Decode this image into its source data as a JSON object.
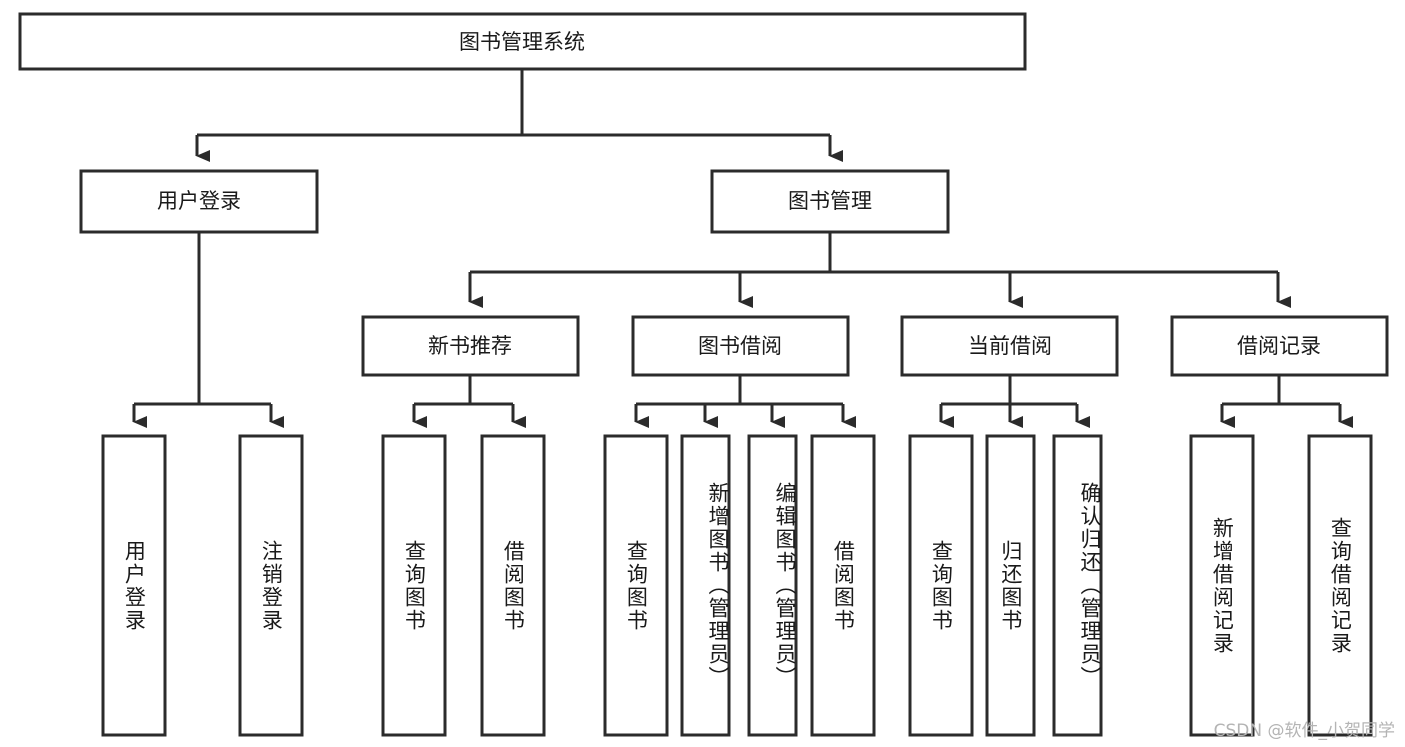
{
  "diagram": {
    "type": "tree-hierarchy-flowchart",
    "orientation": "top-down",
    "root": {
      "id": "root",
      "label": "图书管理系统"
    },
    "level2": [
      {
        "id": "user-login",
        "label": "用户登录"
      },
      {
        "id": "book-manage",
        "label": "图书管理"
      }
    ],
    "level3": [
      {
        "id": "new-book-rec",
        "label": "新书推荐",
        "parent": "book-manage"
      },
      {
        "id": "book-borrow",
        "label": "图书借阅",
        "parent": "book-manage"
      },
      {
        "id": "current-borrow",
        "label": "当前借阅",
        "parent": "book-manage"
      },
      {
        "id": "borrow-record",
        "label": "借阅记录",
        "parent": "book-manage"
      }
    ],
    "leaves": [
      {
        "id": "leaf-user-login",
        "label": "用户登录",
        "parent": "user-login"
      },
      {
        "id": "leaf-user-logout",
        "label": "注销登录",
        "parent": "user-login"
      },
      {
        "id": "leaf-rec-query",
        "label": "查询图书",
        "parent": "new-book-rec"
      },
      {
        "id": "leaf-rec-borrow",
        "label": "借阅图书",
        "parent": "new-book-rec"
      },
      {
        "id": "leaf-borrow-query",
        "label": "查询图书",
        "parent": "book-borrow"
      },
      {
        "id": "leaf-borrow-add",
        "label": "新增图书（管理员）",
        "parent": "book-borrow"
      },
      {
        "id": "leaf-borrow-edit",
        "label": "编辑图书（管理员）",
        "parent": "book-borrow"
      },
      {
        "id": "leaf-borrow-do",
        "label": "借阅图书",
        "parent": "book-borrow"
      },
      {
        "id": "leaf-cur-query",
        "label": "查询图书",
        "parent": "current-borrow"
      },
      {
        "id": "leaf-cur-return",
        "label": "归还图书",
        "parent": "current-borrow"
      },
      {
        "id": "leaf-cur-confirm",
        "label": "确认归还（管理员）",
        "parent": "current-borrow"
      },
      {
        "id": "leaf-rec-add",
        "label": "新增借阅记录",
        "parent": "borrow-record"
      },
      {
        "id": "leaf-rec-query2",
        "label": "查询借阅记录",
        "parent": "borrow-record"
      }
    ]
  },
  "watermark": {
    "text": "CSDN @软件_小贺同学"
  },
  "colors": {
    "stroke": "#2b2b2b",
    "fill": "#ffffff",
    "text": "#1a1a1a",
    "watermark": "#b4b4b4",
    "background": "#ffffff"
  }
}
